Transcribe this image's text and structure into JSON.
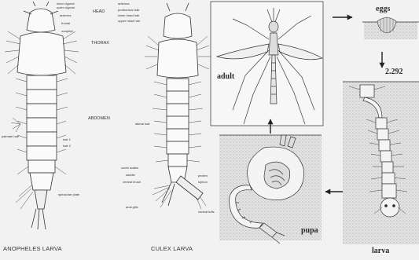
{
  "left": {
    "anopheles": {
      "title": "ANOPHELES LARVA",
      "labels": {
        "head": "HEAD",
        "thorax": "THORAX",
        "abdomen": "ABDOMEN",
        "inner_clypeal": "inner clypeal",
        "outer_clypeal": "outer clypeal",
        "antenna": "antenna",
        "frontal": "frontal",
        "occipital": "occipital",
        "palmate_hair": "palmate hair",
        "hair_1": "hair 1",
        "hair_2": "hair 2",
        "spiracular_plate": "spiracular plate"
      }
    },
    "culex": {
      "title": "CULEX LARVA",
      "labels": {
        "antenna": "antenna",
        "prothoracic_hair": "prothoracic hair",
        "lower_head_hair": "lower head hair",
        "upper_head_hair": "upper head hair",
        "lateral_hair": "lateral hair",
        "comb_scales": "comb scales",
        "saddle": "saddle",
        "ventral_brush": "ventral brush",
        "anal_gills": "anal gills",
        "pecten": "pecten",
        "siphon": "siphon",
        "ventral_tufts": "ventral tufts"
      }
    }
  },
  "right": {
    "stages": {
      "eggs": "eggs",
      "adult": "adult",
      "larva": "larva",
      "pupa": "pupa"
    },
    "figure_number": "2.292"
  },
  "colors": {
    "background": "#f2f2f2",
    "ink": "#222222",
    "stipple": "#bfbfbf"
  }
}
